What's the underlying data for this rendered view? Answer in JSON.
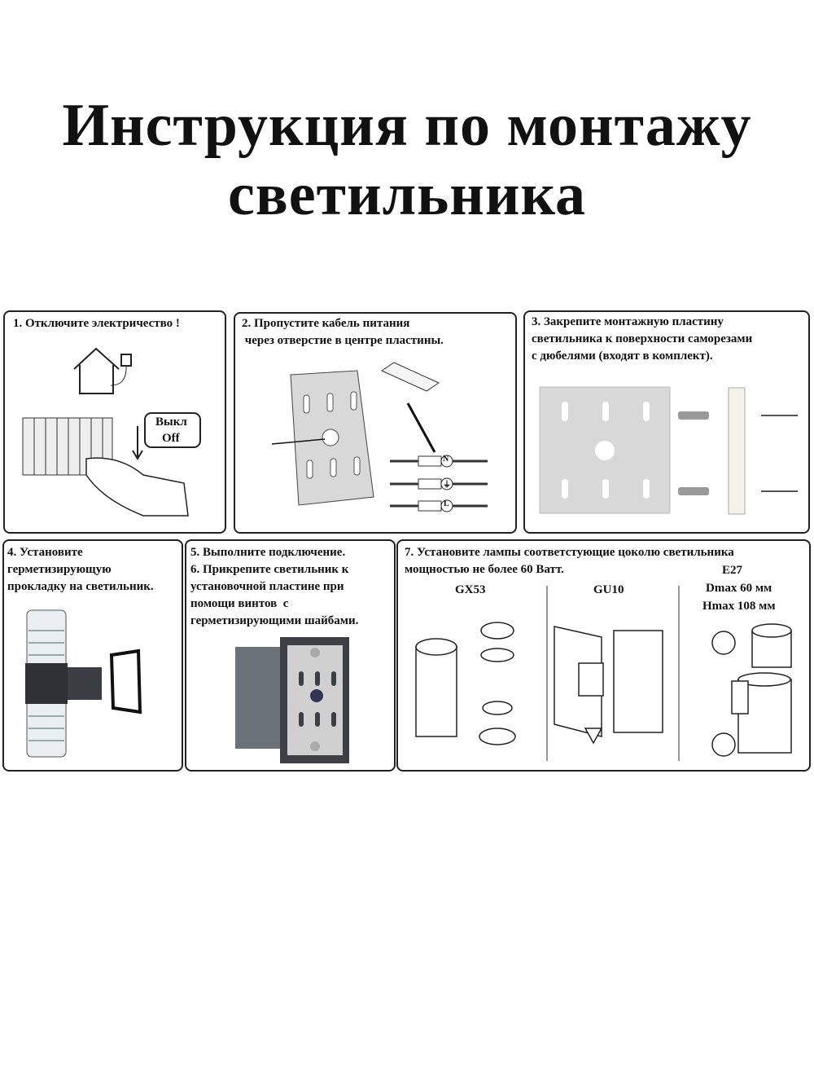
{
  "title": {
    "line1": "Инструкция по монтажу",
    "line2": "светильника"
  },
  "steps": [
    {
      "text": "1. Отключите электричество !",
      "switch_label": "Выкл",
      "switch_label2": "Off"
    },
    {
      "text": "2. Пропустите кабель питания\n через отверстие в центре пластины.",
      "terminals": [
        "N",
        "⏚",
        "L"
      ]
    },
    {
      "text": "3. Закрепите монтажную пластину\nсветильника к поверхности саморезами\nс дюбелями (входят в комплект)."
    },
    {
      "text": "4. Установите\nгерметизирующую\nпрокладку на светильник."
    },
    {
      "text": "5. Выполните подключение.\n6. Прикрепите светильник к\nустановочной пластине при\nпомощи винтов  с\nгерметизирующими шайбами."
    },
    {
      "text": "7. Установите лампы соответстующие цоколю светильника\nмощностью не более 60 Ватт.",
      "sockets": [
        "GX53",
        "GU10",
        "E27"
      ],
      "dmax": "Dmax  60 мм",
      "hmax": "Hmax 108 мм"
    }
  ]
}
